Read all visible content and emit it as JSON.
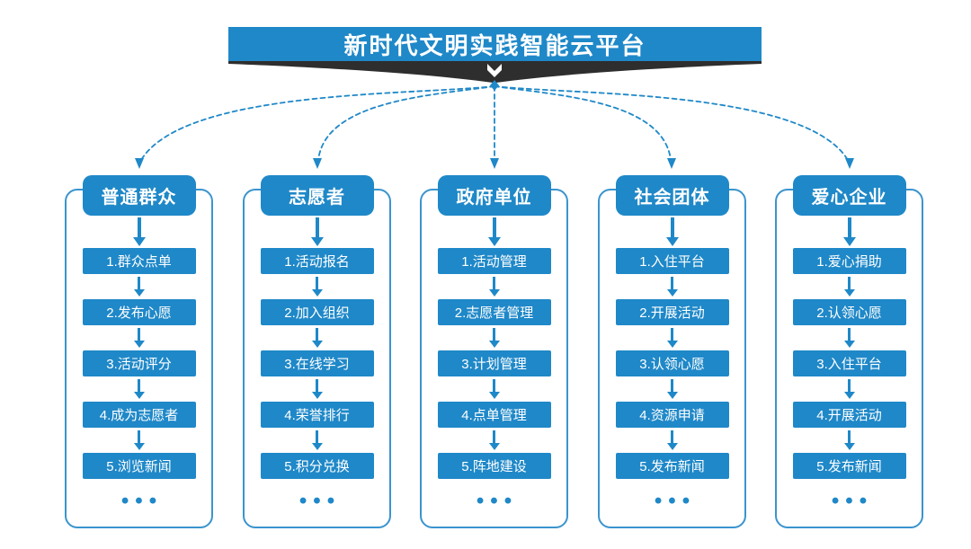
{
  "title": "新时代文明实践智能云平台",
  "ellipsis": "•••",
  "colors": {
    "primary": "#1f88c8",
    "ribbon": "#2e2e2e",
    "background": "#ffffff",
    "border": "#3a94ce"
  },
  "columns": [
    {
      "header": "普通群众",
      "steps": [
        "1.群众点单",
        "2.发布心愿",
        "3.活动评分",
        "4.成为志愿者",
        "5.浏览新闻"
      ]
    },
    {
      "header": "志愿者",
      "steps": [
        "1.活动报名",
        "2.加入组织",
        "3.在线学习",
        "4.荣誉排行",
        "5.积分兑换"
      ]
    },
    {
      "header": "政府单位",
      "steps": [
        "1.活动管理",
        "2.志愿者管理",
        "3.计划管理",
        "4.点单管理",
        "5.阵地建设"
      ]
    },
    {
      "header": "社会团体",
      "steps": [
        "1.入住平台",
        "2.开展活动",
        "3.认领心愿",
        "4.资源申请",
        "5.发布新闻"
      ]
    },
    {
      "header": "爱心企业",
      "steps": [
        "1.爱心捐助",
        "2.认领心愿",
        "3.入住平台",
        "4.开展活动",
        "5.发布新闻"
      ]
    }
  ]
}
